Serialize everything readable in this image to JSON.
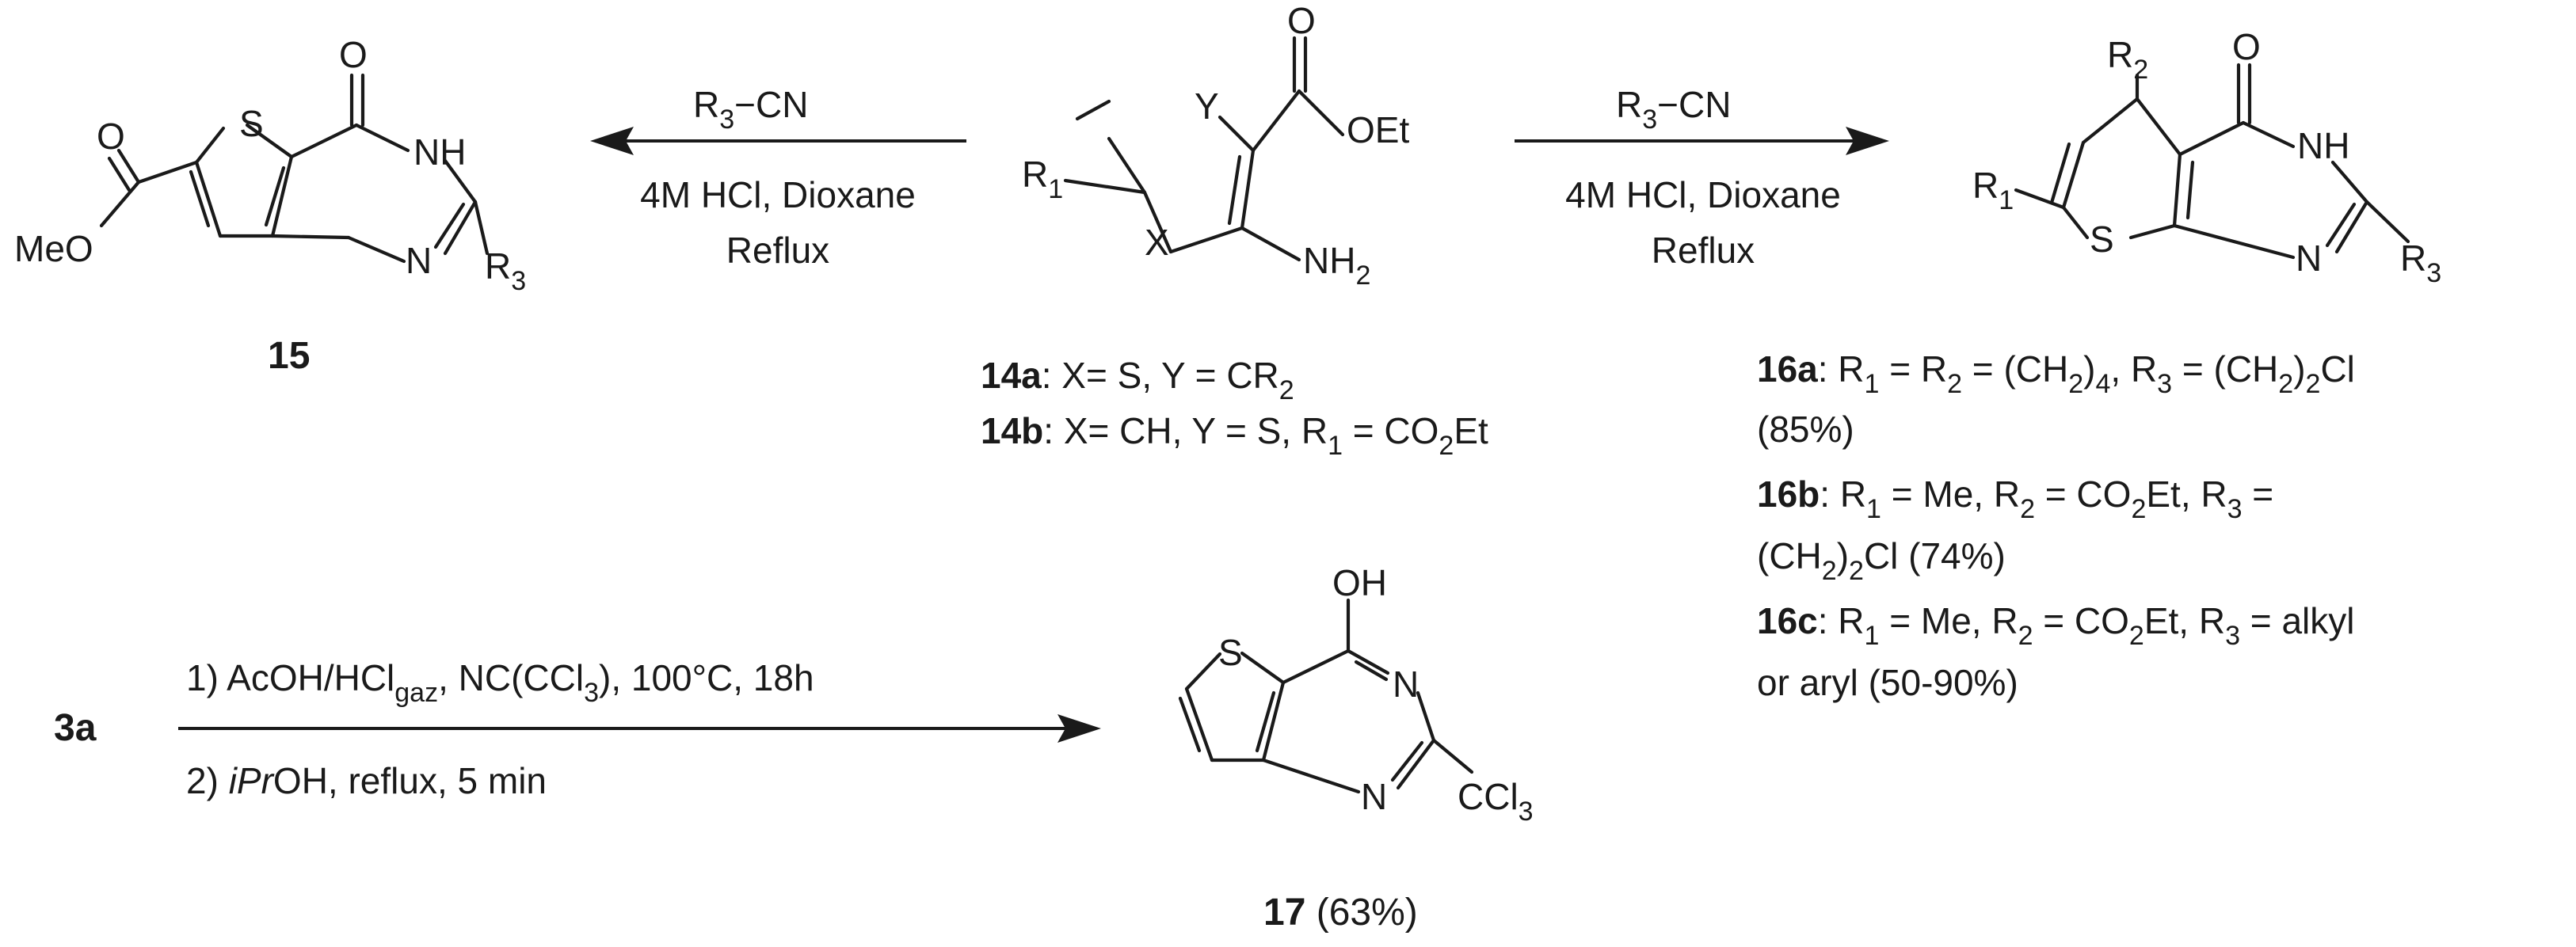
{
  "reaction_left": {
    "reagent_r": "R",
    "reagent_sub": "3",
    "reagent_cn": "−CN",
    "conditions_1": "4M HCl, Dioxane",
    "conditions_2": "Reflux"
  },
  "reaction_right": {
    "reagent_r": "R",
    "reagent_sub": "3",
    "reagent_cn": "−CN",
    "conditions_1": "4M HCl, Dioxane",
    "conditions_2": "Reflux"
  },
  "reaction_bottom": {
    "start_label": "3a",
    "step1_a": "1) AcOH/HCl",
    "step1_sub": "gaz",
    "step1_b": ", NC(CCl",
    "step1_sub2": "3",
    "step1_c": "), 100°C, 18h",
    "step2_a": "2) ",
    "step2_it": "iPr",
    "step2_b": "OH, reflux, 5 min"
  },
  "compound_15": {
    "label": "15",
    "atoms": {
      "O_carbonyl": "O",
      "S": "S",
      "NH": "NH",
      "N": "N",
      "R": "R",
      "R_sub": "3",
      "O_ester": "O",
      "MeO": "MeO"
    }
  },
  "compound_14": {
    "atoms": {
      "Y": "Y",
      "X": "X",
      "R": "R",
      "R_sub": "1",
      "O": "O",
      "OEt": "OEt",
      "NH": "NH",
      "NH_sub": "2"
    },
    "label_a": "14a",
    "desc_a_1": ": X= S, Y = CR",
    "desc_a_sub": "2",
    "label_b": "14b",
    "desc_b_1": ": X= CH, Y = S, R",
    "desc_b_sub1": "1",
    "desc_b_2": " = CO",
    "desc_b_sub2": "2",
    "desc_b_3": "Et"
  },
  "compound_16": {
    "atoms": {
      "R2": "R",
      "R2_sub": "2",
      "O": "O",
      "NH": "NH",
      "R1": "R",
      "R1_sub": "1",
      "S": "S",
      "N": "N",
      "R3": "R",
      "R3_sub": "3"
    },
    "label_a": "16a",
    "desc_a_1": ": R",
    "desc_a_s1": "1",
    "desc_a_2": " = R",
    "desc_a_s2": "2",
    "desc_a_3": " = (CH",
    "desc_a_s3": "2",
    "desc_a_4": ")",
    "desc_a_s4": "4",
    "desc_a_5": ", R",
    "desc_a_s5": "3",
    "desc_a_6": " = (CH",
    "desc_a_s6": "2",
    "desc_a_7": ")",
    "desc_a_s7": "2",
    "desc_a_8": "Cl",
    "desc_a_line2": "(85%)",
    "label_b": "16b",
    "desc_b_1": ": R",
    "desc_b_s1": "1",
    "desc_b_2": " = Me, R",
    "desc_b_s2": "2",
    "desc_b_3": " = CO",
    "desc_b_s3": "2",
    "desc_b_4": "Et, R",
    "desc_b_s4": "3",
    "desc_b_5": " =",
    "desc_b_line2_1": "(CH",
    "desc_b_line2_s1": "2",
    "desc_b_line2_2": ")",
    "desc_b_line2_s2": "2",
    "desc_b_line2_3": "Cl (74%)",
    "label_c": "16c",
    "desc_c_1": ": R",
    "desc_c_s1": "1",
    "desc_c_2": " = Me, R",
    "desc_c_s2": "2",
    "desc_c_3": " = CO",
    "desc_c_s3": "2",
    "desc_c_4": "Et, R",
    "desc_c_s4": "3",
    "desc_c_5": " = alkyl",
    "desc_c_line2": "or aryl (50-90%)"
  },
  "compound_17": {
    "atoms": {
      "OH": "OH",
      "S": "S",
      "N_top": "N",
      "N_bottom": "N",
      "CCl": "CCl",
      "CCl_sub": "3"
    },
    "label": "17",
    "yield": " (63%)"
  }
}
